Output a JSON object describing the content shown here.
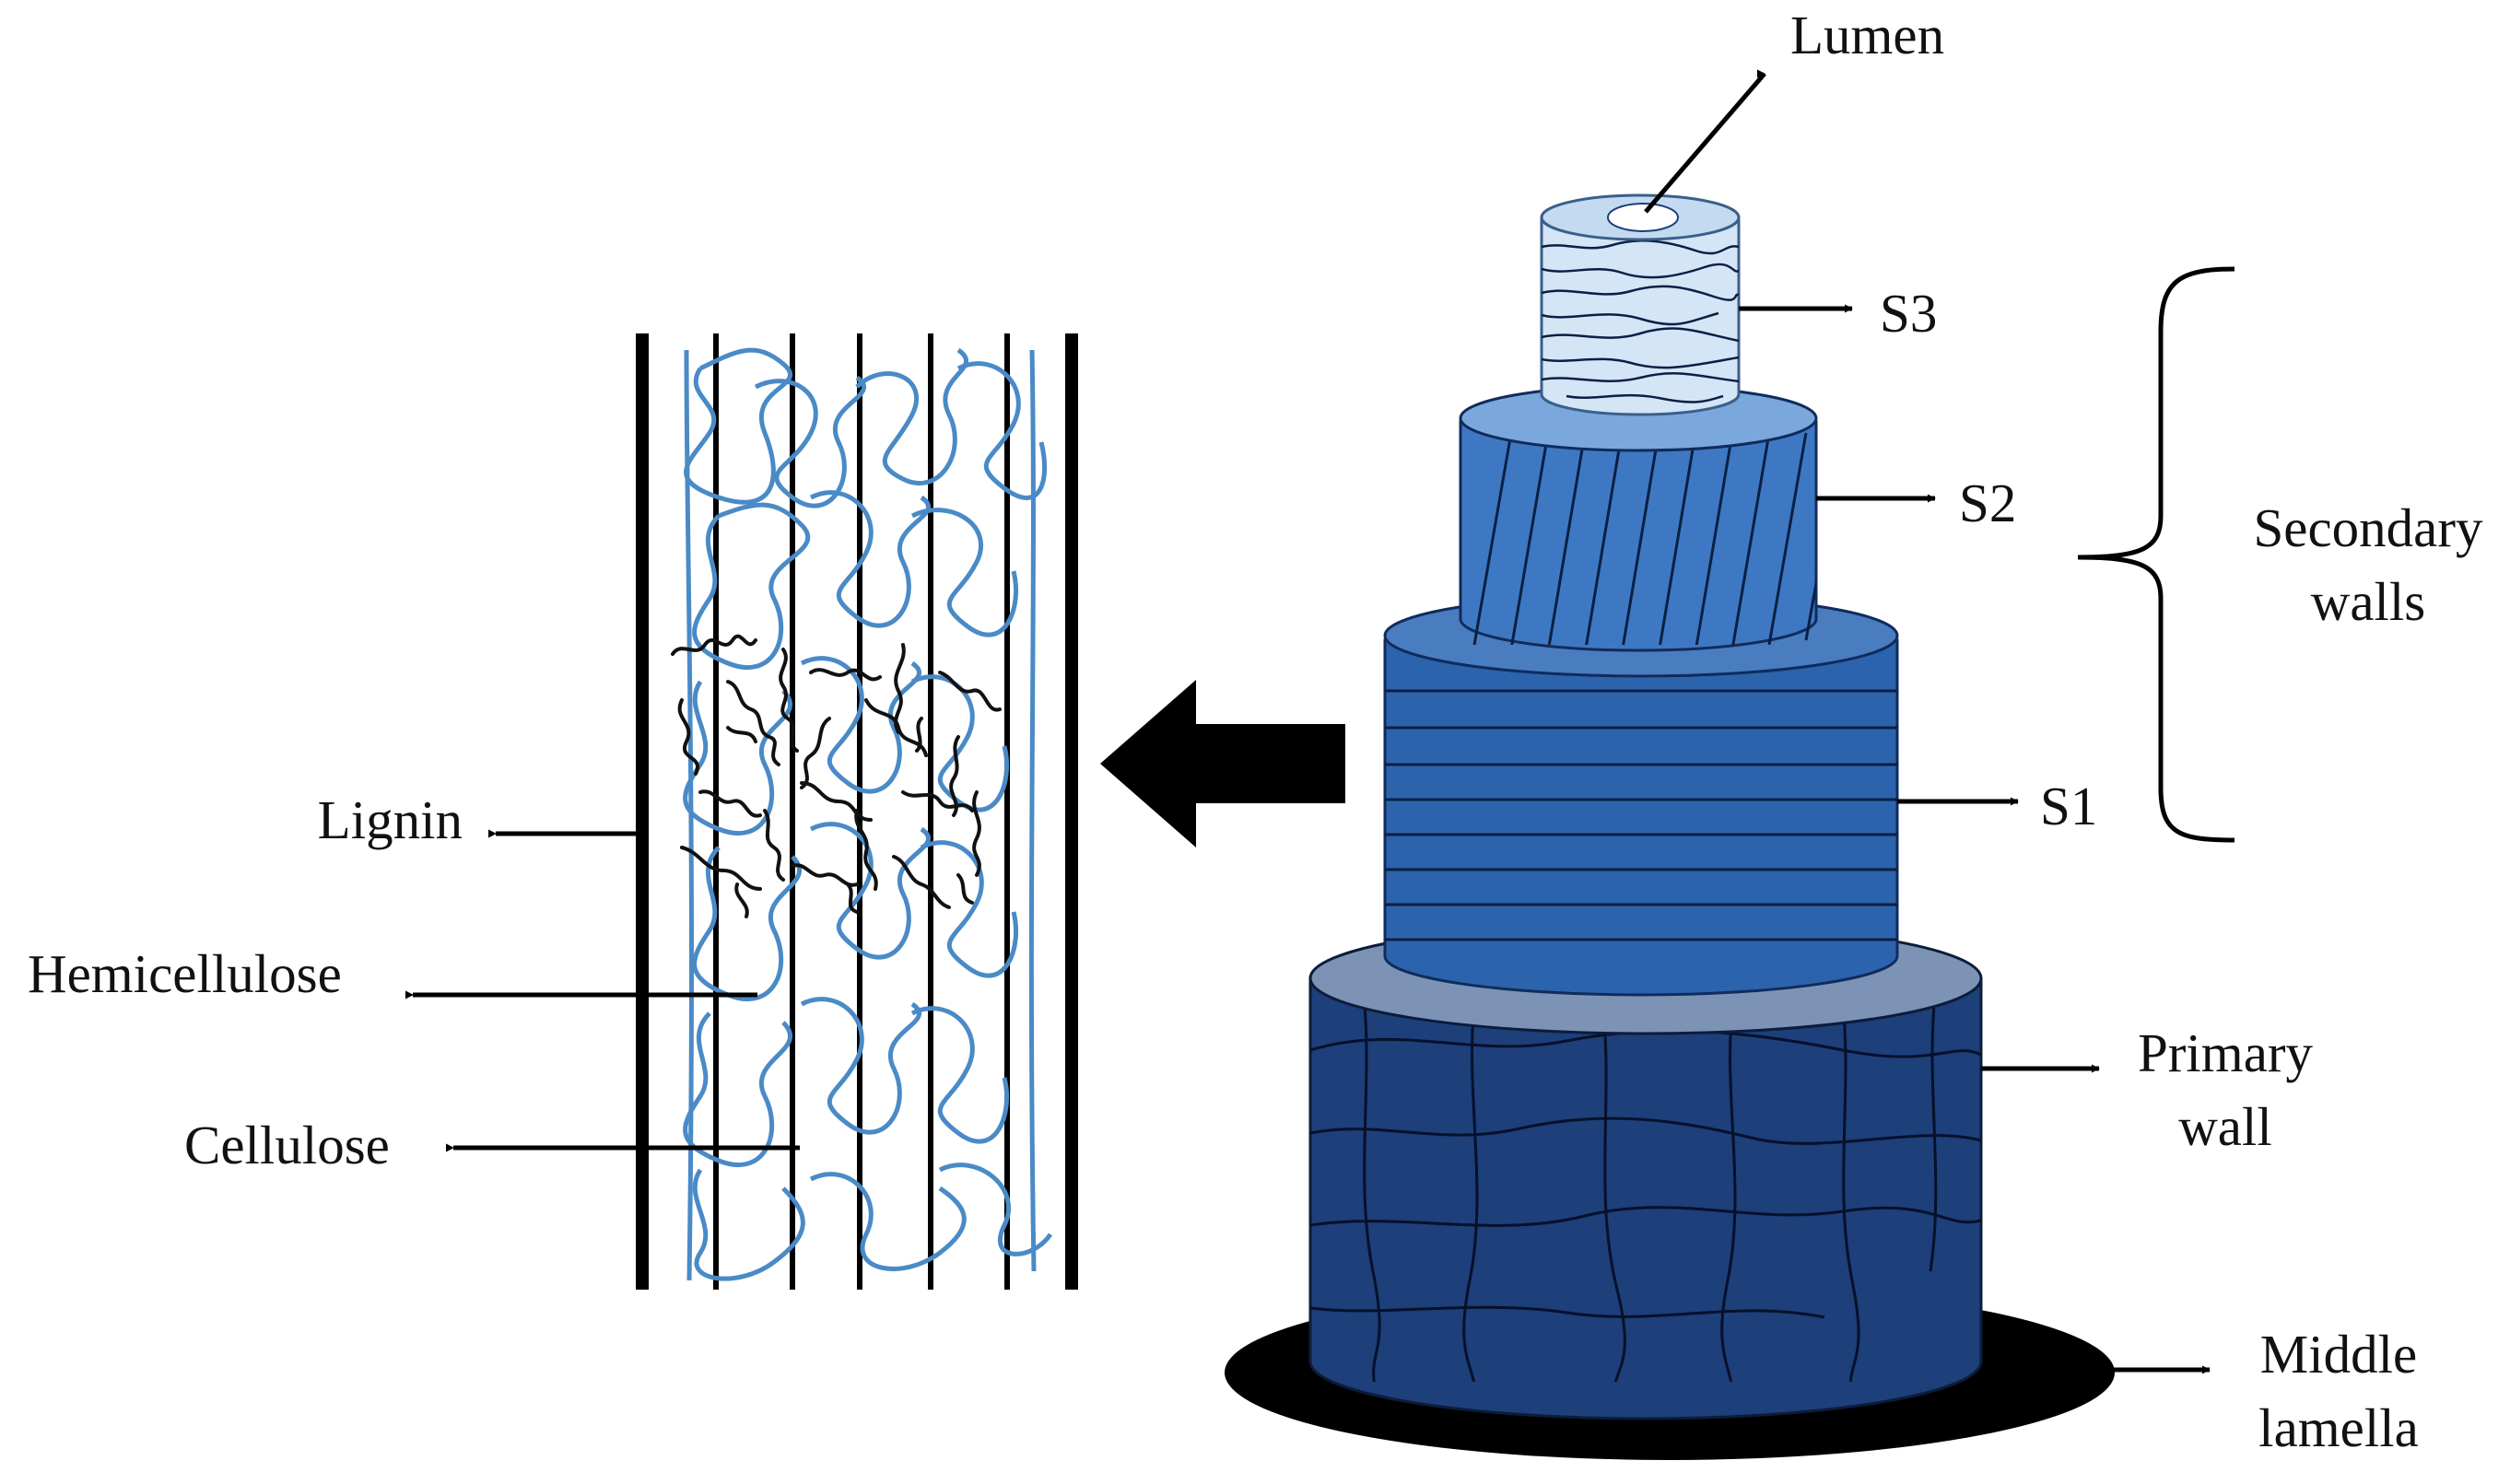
{
  "labels": {
    "lumen": "Lumen",
    "s3": "S3",
    "s2": "S2",
    "s1": "S1",
    "secondary_walls_line1": "Secondary",
    "secondary_walls_line2": "walls",
    "primary_wall_line1": "Primary",
    "primary_wall_line2": "wall",
    "middle_lamella_line1": "Middle",
    "middle_lamella_line2": "lamella",
    "lignin": "Lignin",
    "hemicellulose": "Hemicellulose",
    "cellulose": "Cellulose"
  },
  "colors": {
    "primary_wall_body": "#1d3f7a",
    "primary_wall_top": "#7d93b6",
    "s1_body": "#2c63ad",
    "s1_top": "#4a7cc0",
    "s2_body": "#3f78c2",
    "s2_top": "#7aa8dc",
    "s3_body": "#d4e5f6",
    "s3_top": "#c4daf0",
    "middle_lamella": "#000000",
    "hemicellulose_strands": "#4a8ac6",
    "lignin_strands": "#111111"
  }
}
